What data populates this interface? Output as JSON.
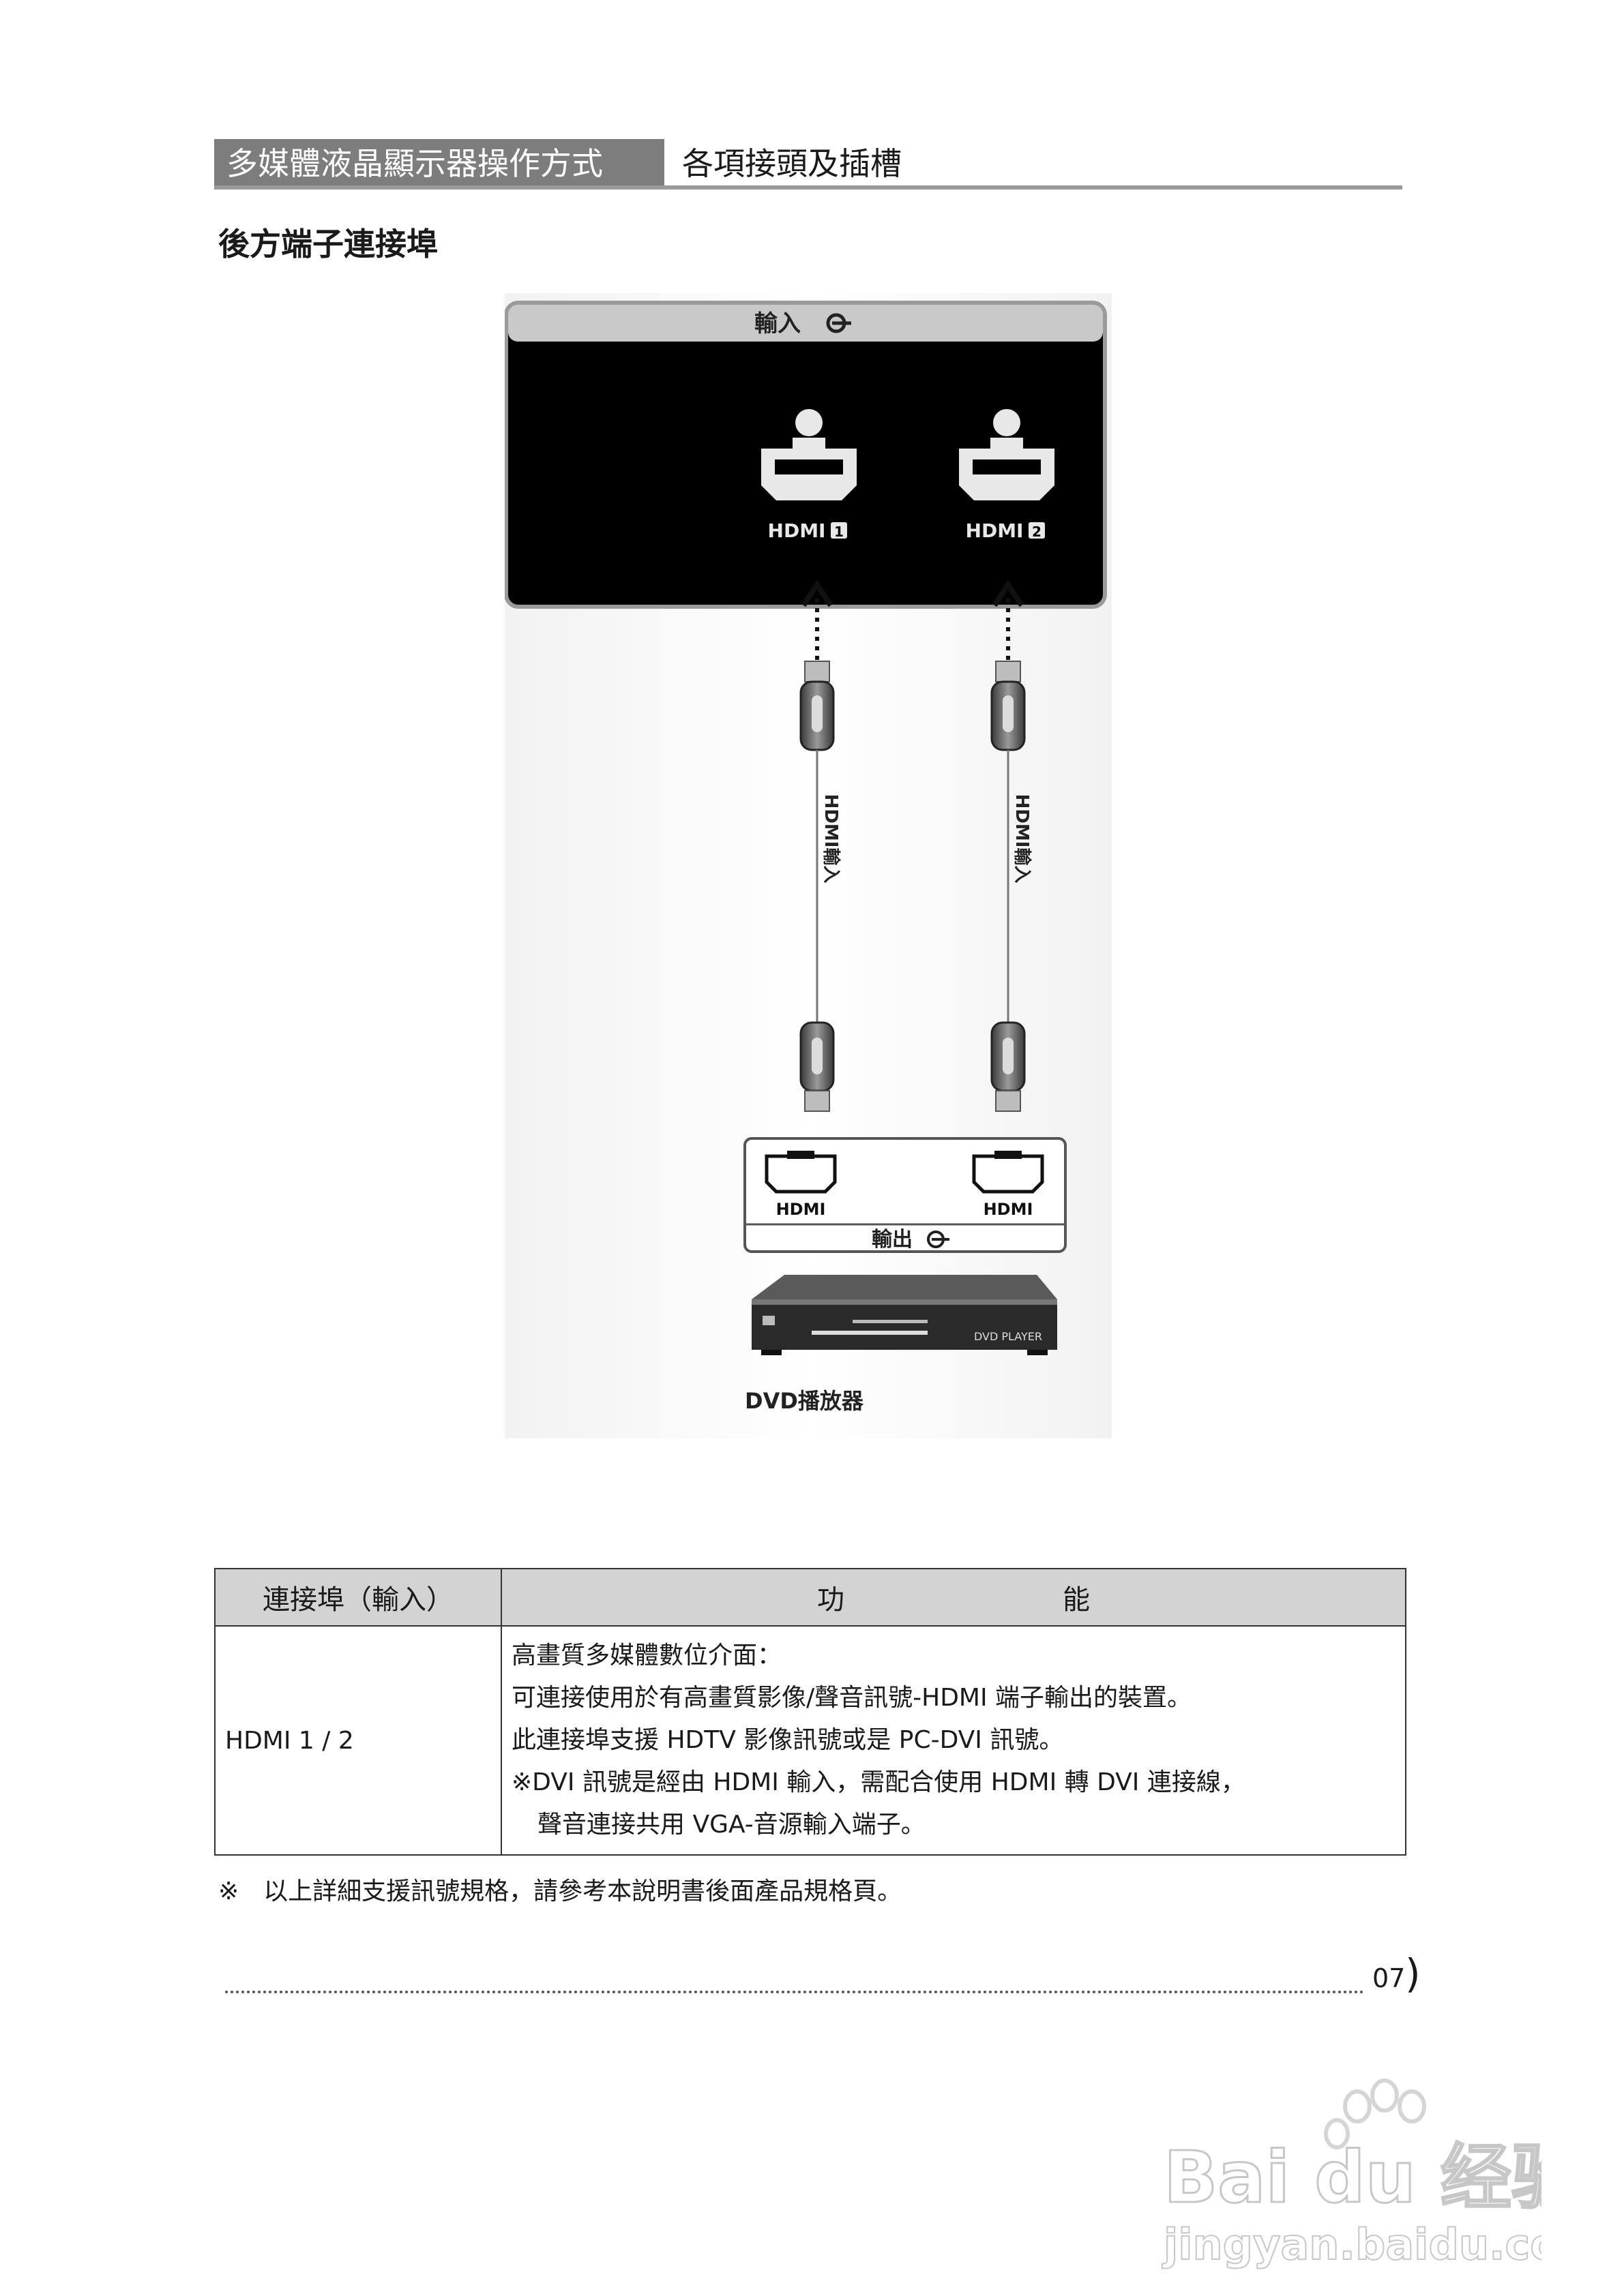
{
  "header": {
    "left_title": "多媒體液晶顯示器操作方式",
    "right_title": "各項接頭及插槽"
  },
  "section_title": "後方端子連接埠",
  "diagram": {
    "panel_label": "輸入",
    "port1_label": "HDMI",
    "port1_num": "1",
    "port2_label": "HDMI",
    "port2_num": "2",
    "cable1_label": "HDMI輸入",
    "cable2_label": "HDMI輸入",
    "source_port1_label": "HDMI",
    "source_port2_label": "HDMI",
    "source_output_label": "輸出",
    "device_brand": "DVD PLAYER",
    "device_caption": "DVD播放器"
  },
  "table": {
    "col1_header": "連接埠（輸入）",
    "col2_header_a": "功",
    "col2_header_b": "能",
    "rows": [
      {
        "port": "HDMI 1 / 2",
        "lines": [
          "高畫質多媒體數位介面：",
          "可連接使用於有高畫質影像/聲音訊號-HDMI 端子輸出的裝置。",
          "此連接埠支援 HDTV 影像訊號或是 PC-DVI 訊號。",
          "※DVI 訊號是經由 HDMI 輸入，需配合使用 HDMI 轉 DVI 連接線，",
          "聲音連接共用 VGA-音源輸入端子。"
        ]
      }
    ]
  },
  "footnote": {
    "mark": "※",
    "text": "以上詳細支援訊號規格，請參考本說明書後面產品規格頁。"
  },
  "page_number": "07",
  "watermark": {
    "logo": "Bai du 经验",
    "url": "jingyan.baidu.com"
  }
}
